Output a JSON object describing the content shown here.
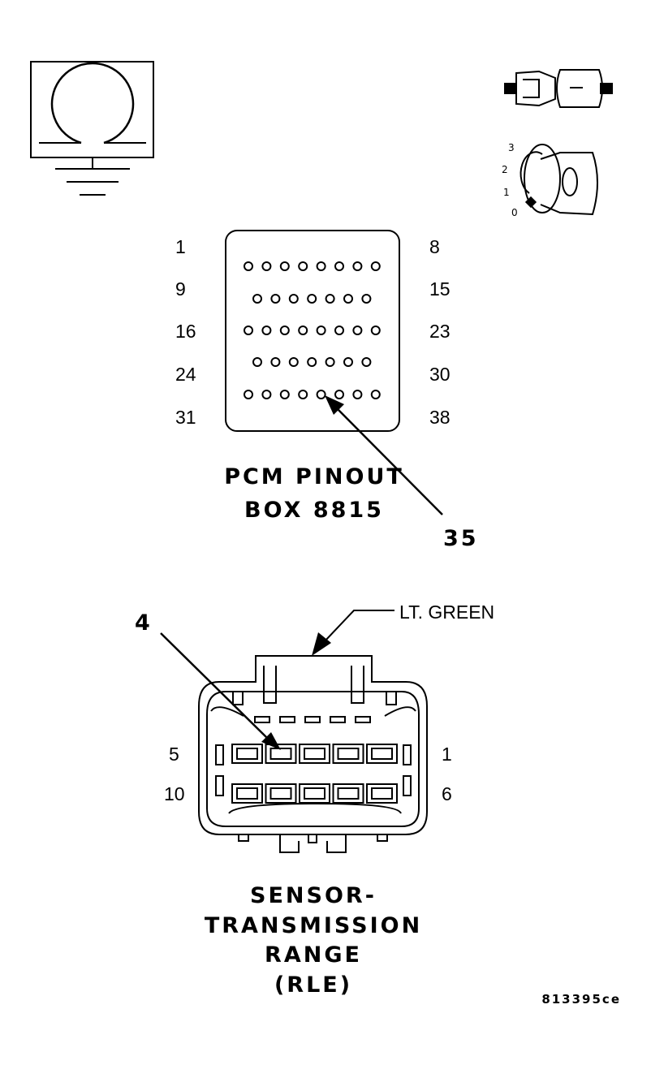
{
  "symbols": {
    "ohmmeter": "ohmmeter-icon",
    "disconnect": "connector-disconnect-icon",
    "ignition": "ignition-key-icon",
    "ignition_positions": [
      "3",
      "2",
      "1",
      "0"
    ]
  },
  "pcm": {
    "pin_labels_left": [
      "1",
      "9",
      "16",
      "24",
      "31"
    ],
    "pin_labels_right": [
      "8",
      "15",
      "23",
      "30",
      "38"
    ],
    "title_line1": "PCM PINOUT",
    "title_line2": "BOX 8815",
    "callout_pin": "35"
  },
  "rle": {
    "wire_label": "LT. GREEN",
    "callout_pin": "4",
    "pin_labels_left": [
      "5",
      "10"
    ],
    "pin_labels_right": [
      "1",
      "6"
    ],
    "title_line1": "SENSOR-",
    "title_line2": "TRANSMISSION",
    "title_line3": "RANGE",
    "title_line4": "(RLE)"
  },
  "figure_id": "813395ce"
}
